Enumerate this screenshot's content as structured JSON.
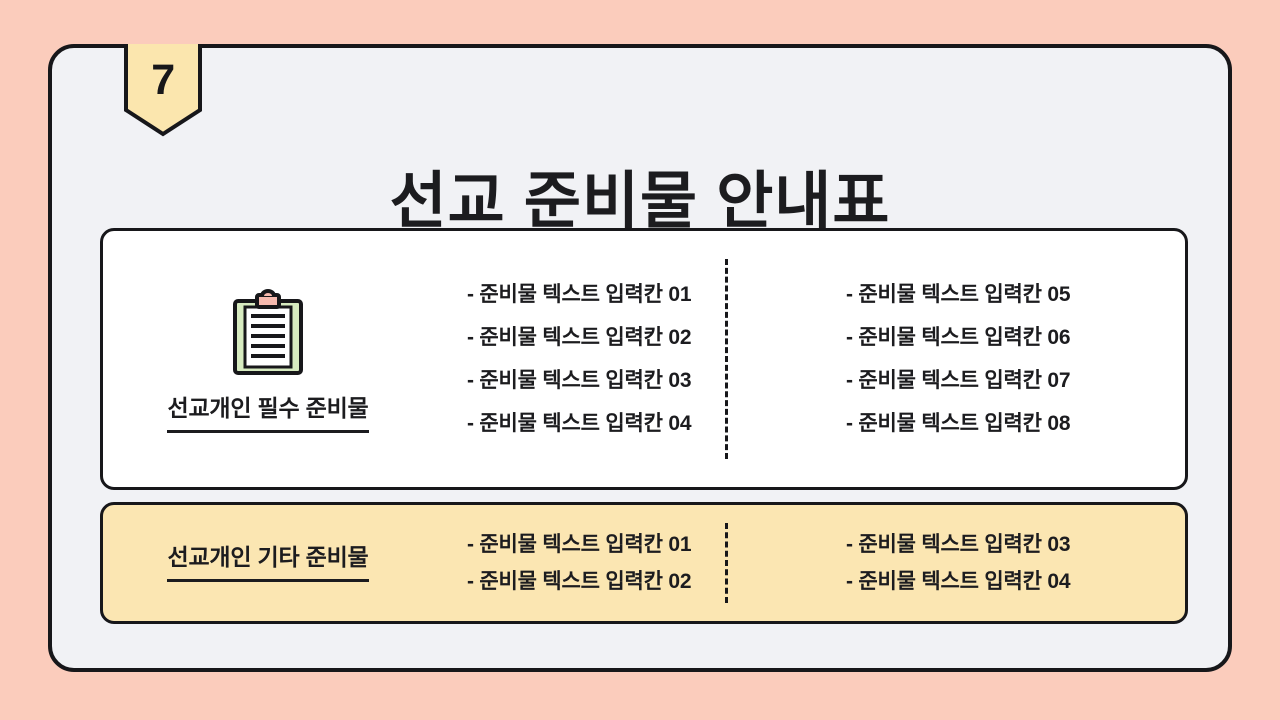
{
  "slide": {
    "number": "7",
    "title": "선교 준비물 안내표",
    "background_color": "#FBCCBC",
    "card_color": "#F1F2F5",
    "accent_color": "#FBE6AE",
    "ink_color": "#17171A"
  },
  "sections": [
    {
      "id": "required",
      "icon": "clipboard-icon",
      "label": "선교개인 필수 준비물",
      "background_color": "#FFFFFF",
      "columns": [
        {
          "items": [
            "- 준비물 텍스트 입력칸 01",
            "- 준비물 텍스트 입력칸 02",
            "- 준비물 텍스트 입력칸 03",
            "- 준비물 텍스트 입력칸 04"
          ]
        },
        {
          "items": [
            "- 준비물 텍스트 입력칸 05",
            "- 준비물 텍스트 입력칸 06",
            "- 준비물 텍스트 입력칸 07",
            "- 준비물 텍스트 입력칸 08"
          ]
        }
      ]
    },
    {
      "id": "other",
      "label": "선교개인 기타 준비물",
      "background_color": "#FBE6B2",
      "columns": [
        {
          "items": [
            "- 준비물 텍스트 입력칸 01",
            "- 준비물 텍스트 입력칸 02"
          ]
        },
        {
          "items": [
            "- 준비물 텍스트 입력칸 03",
            "- 준비물 텍스트 입력칸 04"
          ]
        }
      ]
    }
  ]
}
